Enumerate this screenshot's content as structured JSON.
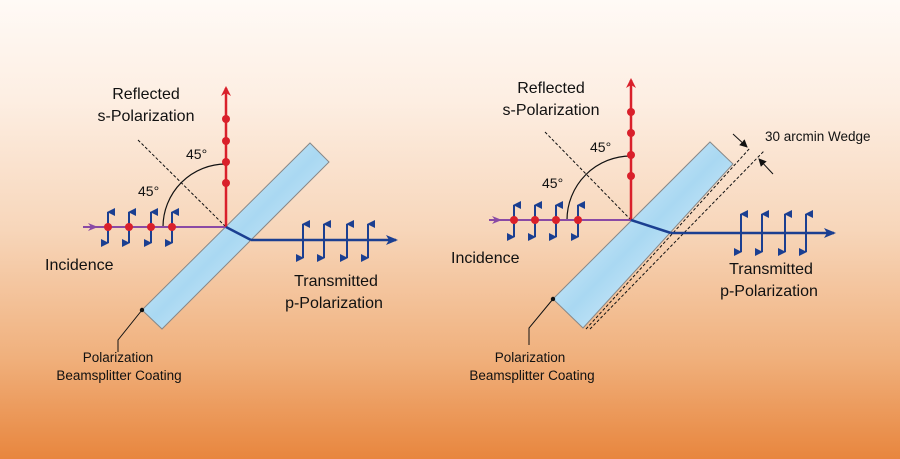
{
  "colors": {
    "s_pol": "#d9202b",
    "p_pol": "#1b3f91",
    "incident": "#8a4aa5",
    "plate": "#bfe2f5"
  },
  "left_panel": {
    "reflected_line1": "Reflected",
    "reflected_line2": "s-Polarization",
    "angle_top": "45°",
    "angle_bottom": "45°",
    "incidence": "Incidence",
    "transmitted_line1": "Transmitted",
    "transmitted_line2": "p-Polarization",
    "coating_line1": "Polarization",
    "coating_line2": "Beamsplitter Coating"
  },
  "right_panel": {
    "reflected_line1": "Reflected",
    "reflected_line2": "s-Polarization",
    "angle_top": "45°",
    "angle_bottom": "45°",
    "incidence": "Incidence",
    "transmitted_line1": "Transmitted",
    "transmitted_line2": "p-Polarization",
    "coating_line1": "Polarization",
    "coating_line2": "Beamsplitter Coating",
    "wedge_label": "30 arcmin Wedge"
  }
}
